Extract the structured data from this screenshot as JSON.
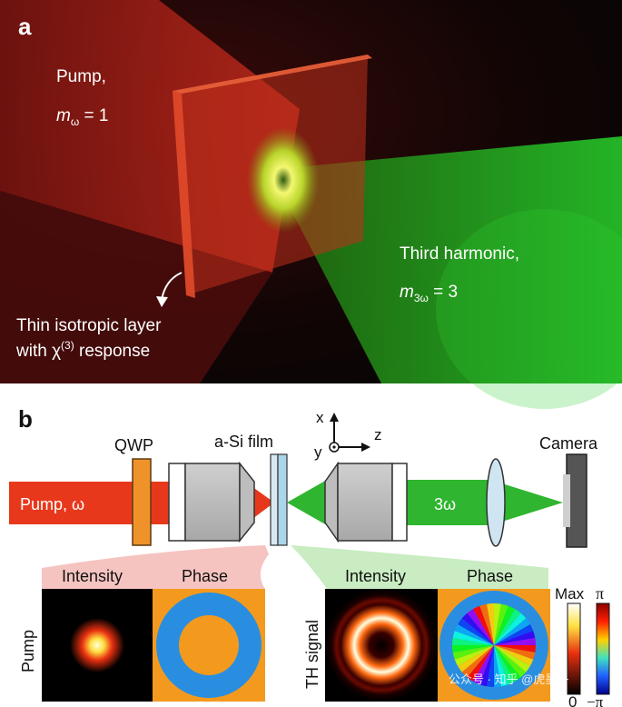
{
  "panel_a": {
    "label": "a",
    "pump_label": "Pump,",
    "pump_m": "m",
    "pump_sub": "ω",
    "pump_eq": " = 1",
    "th_label": "Third harmonic,",
    "th_m": "m",
    "th_sub": "3ω",
    "th_eq": " = 3",
    "layer_line1": "Thin isotropic layer",
    "layer_line2_pre": "with χ",
    "layer_line2_sup": "(3)",
    "layer_line2_post": " response"
  },
  "panel_b": {
    "label": "b",
    "qwp": "QWP",
    "film": "a-Si film",
    "camera": "Camera",
    "pump_beam": "Pump, ω",
    "th_beam": "3ω",
    "axis_x": "x",
    "axis_y": "y",
    "axis_z": "z",
    "pump_intensity": "Intensity",
    "pump_phase": "Phase",
    "th_intensity": "Intensity",
    "th_phase": "Phase",
    "row_pump": "Pump",
    "row_th": "TH signal",
    "cbar_int_top": "Max",
    "cbar_int_bottom": "0",
    "cbar_phase_top": "π",
    "cbar_phase_bottom": "−π"
  },
  "watermark": "公众号 · 知乎 @虎墨子",
  "colors": {
    "pump_red": "#e8381c",
    "qwp_orange": "#f0922a",
    "th_green": "#2fb52f",
    "phase_blue": "#2a8ee0",
    "phase_orange": "#f39a1e"
  }
}
